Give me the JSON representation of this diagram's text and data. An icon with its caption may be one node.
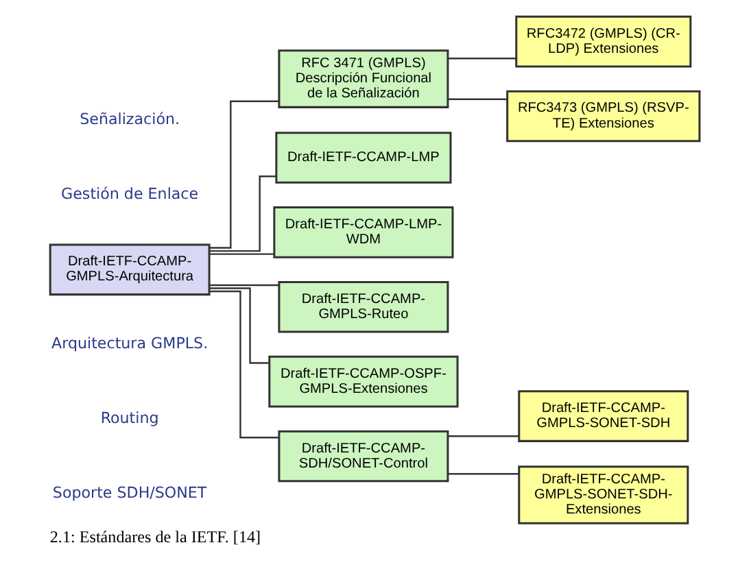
{
  "diagram": {
    "caption": "2.1: Estándares de la IETF. [14]",
    "nodes": [
      {
        "text": [
          "Draft-IETF-CCAMP-GMPLS-Arquitectura"
        ]
      },
      {
        "text": [
          "RFC 3471 (GMPLS) Descripción Funcional de la Señalización"
        ]
      },
      {
        "text": [
          "RFC3472 (GMPLS) (CR-LDP) Extensiones"
        ]
      },
      {
        "text": [
          "RFC3473 (GMPLS) (RSVP-TE) Extensiones"
        ]
      },
      {
        "text": [
          "Draft-IETF-CCAMP-LMP"
        ]
      },
      {
        "text": [
          "Draft-IETF-CCAMP-LMP-WDM"
        ]
      },
      {
        "text": [
          "Draft-IETF-CCAMP-GMPLS-Ruteo"
        ]
      },
      {
        "text": [
          "Draft-IETF-CCAMP-OSPF-GMPLS-Extensiones"
        ]
      },
      {
        "text": [
          "Draft-IETF-CCAMP-SDH/SONET-Control"
        ]
      },
      {
        "text": [
          "Draft-IETF-CCAMP-GMPLS-SONET-SDH"
        ]
      },
      {
        "text": [
          "Draft-IETF-CCAMP-GMPLS-SONET-SDH-Extensiones"
        ]
      }
    ],
    "edges": [
      {
        "from": 0,
        "to": 1,
        "arrow": "none"
      },
      {
        "from": 0,
        "to": 4,
        "arrow": "none"
      },
      {
        "from": 0,
        "to": 5,
        "arrow": "none"
      },
      {
        "from": 0,
        "to": 6,
        "arrow": "none"
      },
      {
        "from": 0,
        "to": 7,
        "arrow": "none"
      },
      {
        "from": 0,
        "to": 8,
        "arrow": "none"
      },
      {
        "from": 1,
        "to": 2,
        "arrow": "none"
      },
      {
        "from": 1,
        "to": 3,
        "arrow": "none"
      },
      {
        "from": 8,
        "to": 9,
        "arrow": "none"
      },
      {
        "from": 8,
        "to": 10,
        "arrow": "none"
      }
    ],
    "labels": [
      "Señalización.",
      "Gestión de Enlace",
      "Arquitectura GMPLS.",
      "Routing",
      "Soporte SDH/SONET"
    ]
  }
}
